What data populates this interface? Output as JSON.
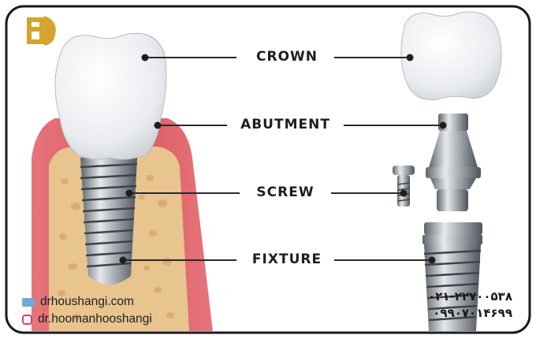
{
  "labels": {
    "crown": "CROWN",
    "abutment": "ABUTMENT",
    "screw": "SCREW",
    "fixture": "FIXTURE"
  },
  "contacts": {
    "website": "drhoushangi.com",
    "instagram": "dr.hoomanhooshangi",
    "website_icon": "web-card-icon",
    "instagram_icon": "instagram-icon"
  },
  "phones": [
    "۰۲۱-۲۲۷۰۰۵۳۸",
    "۰۹۹۰۷۰۱۴۶۹۹"
  ],
  "colors": {
    "gum": "#d9545c",
    "bone": "#e8c48f",
    "logo": "#d4a52e",
    "line": "#2a2a2a",
    "metal": "#9aa0a6"
  }
}
